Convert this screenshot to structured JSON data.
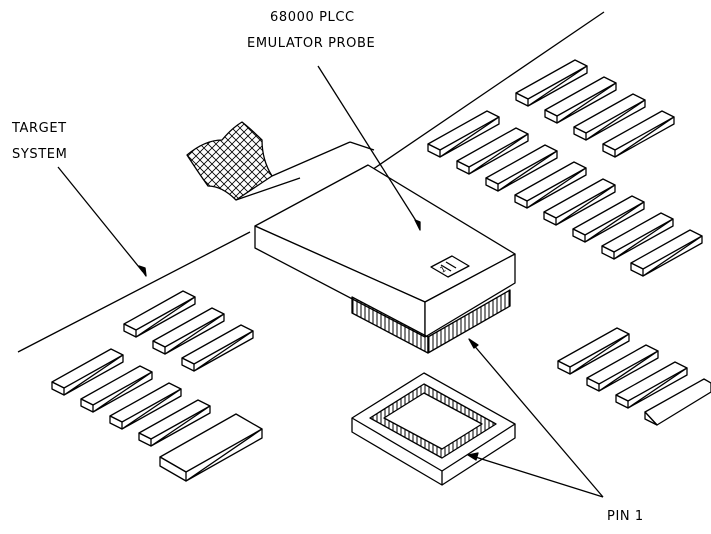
{
  "labels": {
    "probe_line1": "68000 PLCC",
    "probe_line2": "EMULATOR PROBE",
    "target_line1": "TARGET",
    "target_line2": "SYSTEM",
    "pin1": "PIN 1",
    "probe_pin_mark": "1"
  },
  "colors": {
    "stroke": "#000000",
    "background": "#ffffff"
  }
}
